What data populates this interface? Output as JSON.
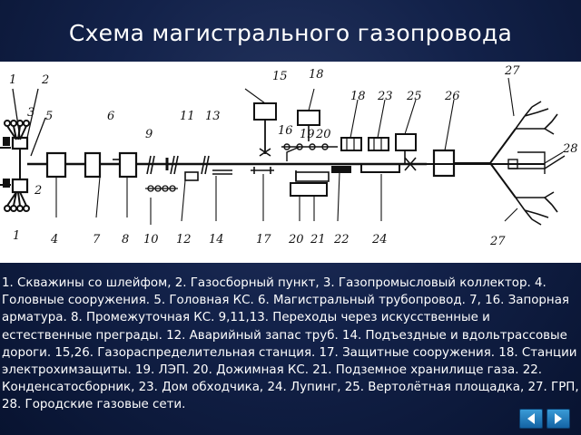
{
  "slide": {
    "title": "Схема магистрального газопровода"
  },
  "diagram": {
    "labels": {
      "n1_top": "1",
      "n2_top": "2",
      "n3": "3",
      "n5": "5",
      "n6": "6",
      "n9": "9",
      "n11": "11",
      "n13": "13",
      "n15": "15",
      "n16": "16",
      "n18_top": "18",
      "n19": "19",
      "n20_top": "20",
      "n18_mid": "18",
      "n23": "23",
      "n25": "25",
      "n26": "26",
      "n27_top": "27",
      "n28": "28",
      "n2_mid": "2",
      "n1_bot": "1",
      "n4": "4",
      "n7": "7",
      "n8": "8",
      "n10": "10",
      "n12": "12",
      "n14": "14",
      "n17": "17",
      "n20_bot": "20",
      "n21": "21",
      "n22": "22",
      "n24": "24",
      "n27_bot": "27"
    }
  },
  "legend": {
    "text": "1. Скважины со шлейфом,  2. Газосборный пункт,  3. Газопромысловый коллектор. 4. Головные сооружения. 5. Головная КС. 6. Магистральный трубопровод. 7, 16. Запорная арматура. 8. Промежуточная КС. 9,11,13. Переходы через искусственные и естественные преграды. 12. Аварийный запас труб. 14. Подъездные и вдольтрассовые дороги. 15,26. Газораспределительная станция. 17. Защитные сооружения. 18. Станции электрохимзащиты. 19. ЛЭП. 20. Дожимная КС. 21. Подземное хранилище газа. 22. Конденсатосборник, 23. Дом обходчика, 24. Лупинг, 25. Вертолётная площадка, 27. ГРП, 28. Городские газовые сети."
  },
  "navigation": {
    "back_icon": "arrow-left-icon",
    "forward_icon": "arrow-right-icon"
  }
}
